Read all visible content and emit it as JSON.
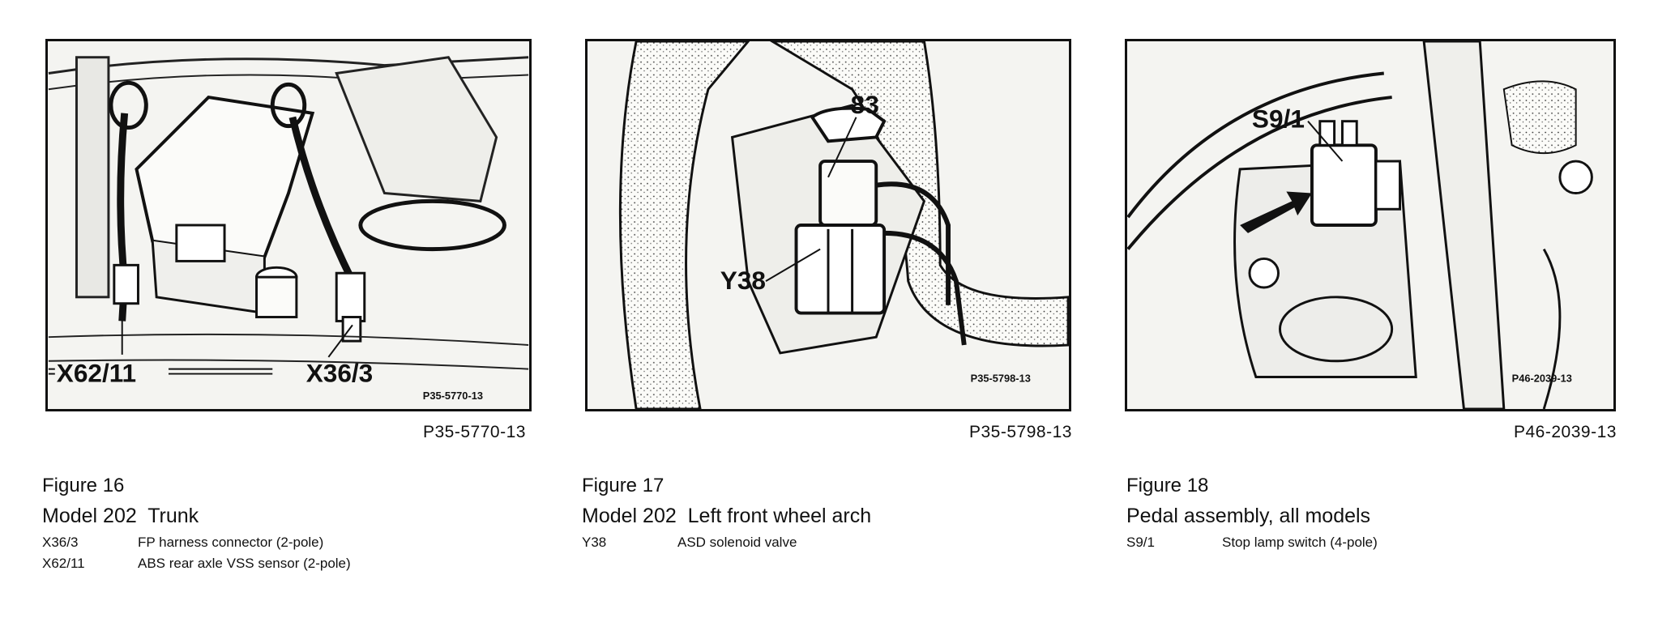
{
  "figures": [
    {
      "photo_id": "P35-5770-13",
      "inset_id": "P35-5770-13",
      "callouts": [
        "X62/11",
        "X36/3"
      ],
      "figure_number": "Figure 16",
      "title": "Model 202  Trunk",
      "legend": [
        {
          "code": "X36/3",
          "desc": "FP harness connector (2-pole)"
        },
        {
          "code": "X62/11",
          "desc": "ABS rear axle VSS sensor (2-pole)"
        }
      ]
    },
    {
      "photo_id": "P35-5798-13",
      "inset_id": "P35-5798-13",
      "callouts": [
        "83",
        "Y38"
      ],
      "figure_number": "Figure 17",
      "title": "Model 202  Left front wheel arch",
      "legend": [
        {
          "code": "Y38",
          "desc": "ASD solenoid valve"
        }
      ]
    },
    {
      "photo_id": "P46-2039-13",
      "inset_id": "P46-2039-13",
      "callouts": [
        "S9/1"
      ],
      "figure_number": "Figure 18",
      "title": "Pedal assembly, all models",
      "legend": [
        {
          "code": "S9/1",
          "desc": "Stop lamp switch (4-pole)"
        }
      ]
    }
  ]
}
